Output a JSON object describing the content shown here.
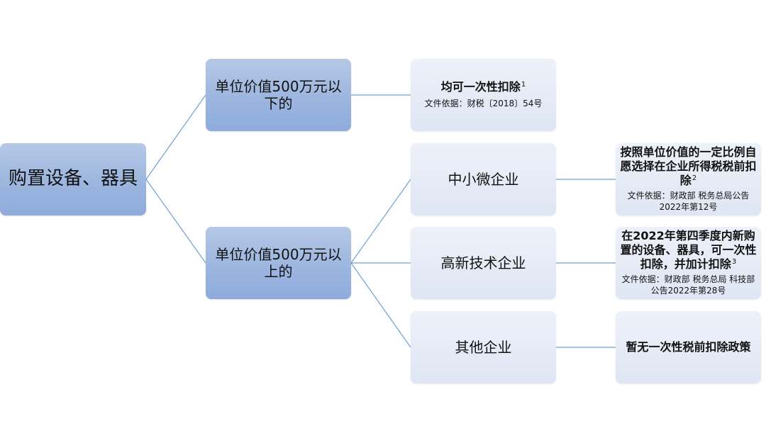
{
  "root": {
    "label": "购置设备、器具"
  },
  "branches": {
    "under500": {
      "label": "单位价值500万元以下的"
    },
    "over500": {
      "label": "单位价值500万元以上的"
    }
  },
  "categories": {
    "sme": {
      "label": "中小微企业"
    },
    "hightech": {
      "label": "高新技术企业"
    },
    "others": {
      "label": "其他企业"
    }
  },
  "outcomes": {
    "under500": {
      "title": "均可一次性扣除",
      "note": "1",
      "source": "文件依据：财税〔2018〕54号"
    },
    "sme": {
      "title": "按照单位价值的一定比例自愿选择在企业所得税税前扣除",
      "note": "2",
      "source": "文件依据：财政部 税务总局公告2022年第12号"
    },
    "hightech": {
      "title": "在2022年第四季度内新购置的设备、器具，可一次性扣除，并加计扣除",
      "note": "3",
      "source": "文件依据：财政部 税务总局 科技部公告2022年第28号"
    },
    "others": {
      "title": "暂无一次性税前扣除政策"
    }
  },
  "colors": {
    "dark_node": "#9cb6df",
    "light_node": "#e6ecf6",
    "connector": "#6fa0d4"
  }
}
